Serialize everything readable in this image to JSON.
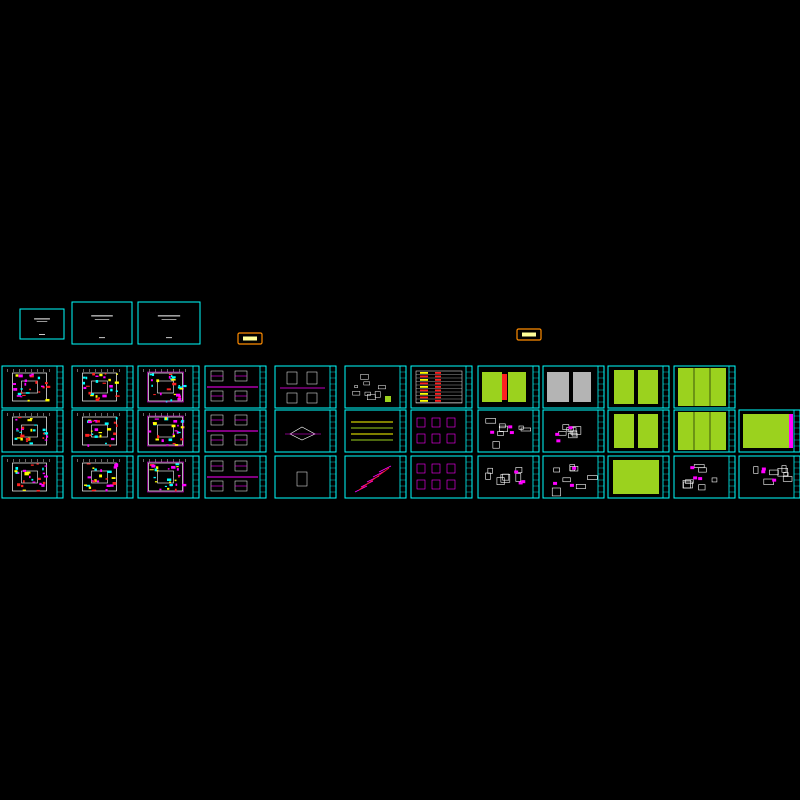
{
  "canvas": {
    "background": "#000000"
  },
  "colors": {
    "frame": "#00ffff",
    "line": "#00ffff",
    "accent_magenta": "#ff00ff",
    "accent_red": "#ff2020",
    "accent_yellow": "#ffff00",
    "accent_white": "#ffffff",
    "fill_green": "#9bd21e",
    "fill_grey": "#b4b4b4",
    "tag_orange": "#ff8c00",
    "tag_fill": "#ffff99"
  },
  "cover_sheets": [
    {
      "id": "cover-1"
    },
    {
      "id": "cover-2"
    },
    {
      "id": "cover-3"
    }
  ],
  "tags": [
    {
      "id": "tag-1"
    },
    {
      "id": "tag-2"
    }
  ],
  "sheet_columns": [
    {
      "id": "col-01",
      "kind": "floorplan"
    },
    {
      "id": "col-02",
      "kind": "floorplan"
    },
    {
      "id": "col-03",
      "kind": "floorplan"
    },
    {
      "id": "col-04",
      "kind": "details-magenta"
    },
    {
      "id": "col-05",
      "kind": "details-sparse"
    },
    {
      "id": "col-06",
      "kind": "details-mixed"
    },
    {
      "id": "col-07",
      "kind": "table-details"
    },
    {
      "id": "col-08",
      "kind": "green-details"
    },
    {
      "id": "col-09",
      "kind": "grey-details"
    },
    {
      "id": "col-10",
      "kind": "green-panels"
    },
    {
      "id": "col-11",
      "kind": "green-large"
    },
    {
      "id": "col-12",
      "kind": "green-magenta"
    }
  ]
}
